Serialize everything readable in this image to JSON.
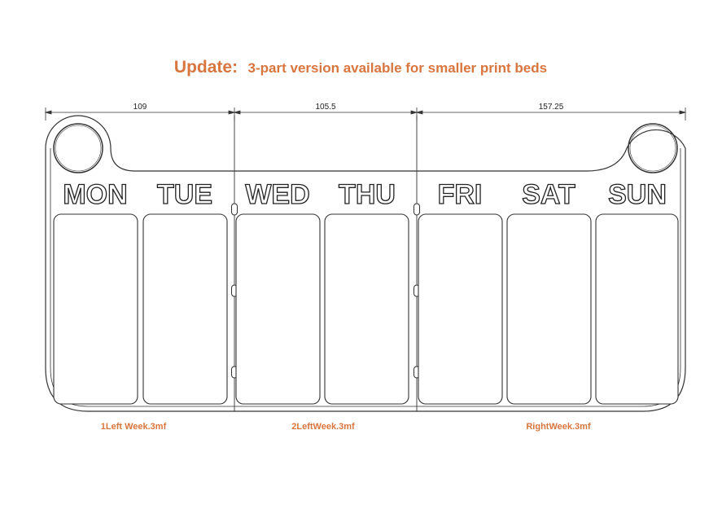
{
  "header": {
    "title_prefix": "Update:",
    "title_rest": "3-part version available for smaller print beds"
  },
  "dimensions": [
    "109",
    "105.5",
    "157.25"
  ],
  "days": [
    "MON",
    "TUE",
    "WED",
    "THU",
    "FRI",
    "SAT",
    "SUN"
  ],
  "files": [
    "1Left Week.3mf",
    "2LeftWeek.3mf",
    "RightWeek.3mf"
  ],
  "colors": {
    "accent": "#d9753e",
    "line": "#333333"
  }
}
